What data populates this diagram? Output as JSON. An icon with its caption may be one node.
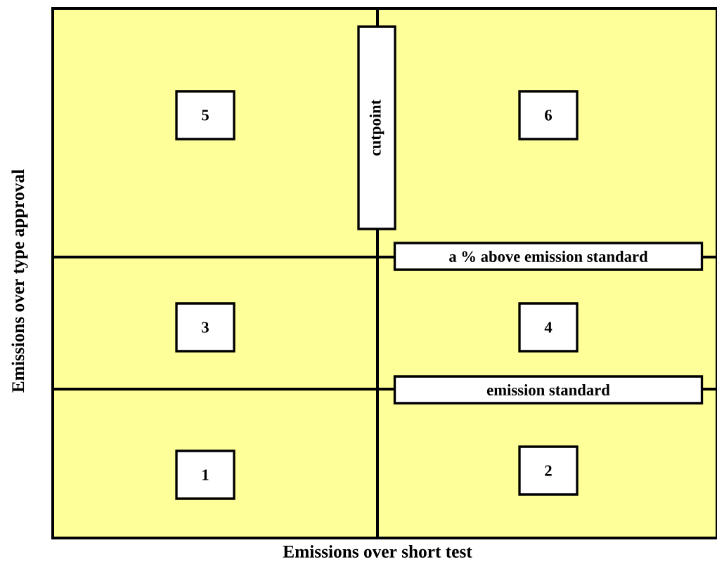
{
  "diagram": {
    "nodes": [
      {
        "text": [
          "5"
        ]
      },
      {
        "text": [
          "cutpoint"
        ]
      },
      {
        "text": [
          "6"
        ]
      },
      {
        "text": [
          "a % above emission standard"
        ]
      },
      {
        "text": [
          "3"
        ]
      },
      {
        "text": [
          "4"
        ]
      },
      {
        "text": [
          "emission standard"
        ]
      },
      {
        "text": [
          "1"
        ]
      },
      {
        "text": [
          "2"
        ]
      }
    ],
    "labels": [
      "Emissions over type approval",
      "Emissions over short test"
    ]
  }
}
